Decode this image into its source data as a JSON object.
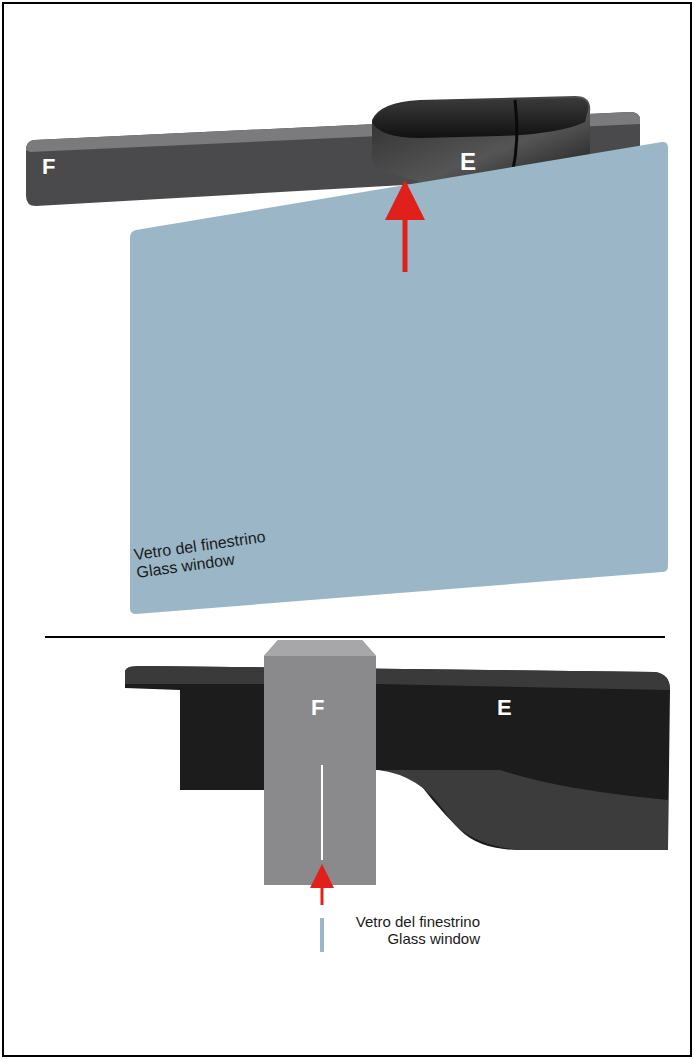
{
  "diagram": {
    "labels": [
      "F",
      "E",
      "Vetro del finestrino Glass window",
      "F",
      "E",
      "Vetro del finestrino Glass window"
    ]
  }
}
